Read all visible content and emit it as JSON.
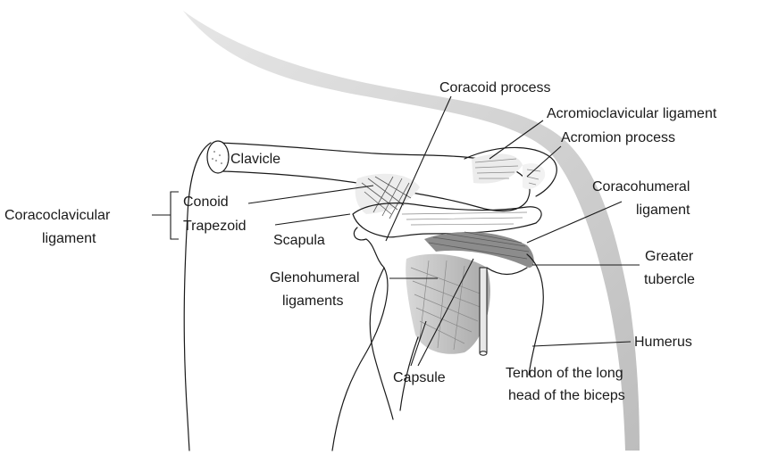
{
  "labels": {
    "coracoid_process": "Coracoid process",
    "acromioclavicular_ligament": "Acromioclavicular ligament",
    "acromion_process": "Acromion process",
    "clavicle": "Clavicle",
    "coracohumeral_ligament_1": "Coracohumeral",
    "coracohumeral_ligament_2": "ligament",
    "conoid": "Conoid",
    "trapezoid": "Trapezoid",
    "coracoclavicular_ligament_1": "Coracoclavicular",
    "coracoclavicular_ligament_2": "ligament",
    "scapula": "Scapula",
    "greater_tubercle_1": "Greater",
    "greater_tubercle_2": "tubercle",
    "glenohumeral_ligaments_1": "Glenohumeral",
    "glenohumeral_ligaments_2": "ligaments",
    "humerus": "Humerus",
    "capsule": "Capsule",
    "biceps_tendon_1": "Tendon of the long",
    "biceps_tendon_2": "head of the biceps"
  }
}
